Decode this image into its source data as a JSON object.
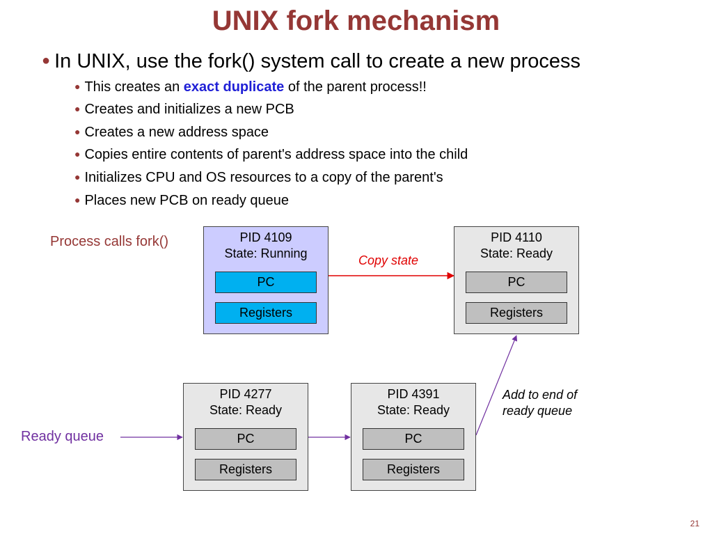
{
  "slide": {
    "title": "UNIX fork mechanism",
    "page_number": "21",
    "main_bullet": "In UNIX, use the fork() system call to create a new process",
    "sub_bullets": {
      "first_pre": "This creates an ",
      "first_emph": "exact duplicate",
      "first_post": " of the parent process!!",
      "b2": "Creates and initializes a new PCB",
      "b3": "Creates a new address space",
      "b4": "Copies entire contents of parent's address space into the child",
      "b5": "Initializes CPU and OS resources to a copy of the parent's",
      "b6": "Places new PCB on ready queue"
    }
  },
  "diagram": {
    "labels": {
      "process_calls_fork": "Process calls fork()",
      "copy_state": "Copy state",
      "ready_queue": "Ready queue",
      "add_to_end": "Add to end of ready queue"
    },
    "processes": {
      "p4109": {
        "pid": "PID 4109",
        "state": "State: Running",
        "pc": "PC",
        "registers": "Registers"
      },
      "p4110": {
        "pid": "PID 4110",
        "state": "State: Ready",
        "pc": "PC",
        "registers": "Registers"
      },
      "p4277": {
        "pid": "PID 4277",
        "state": "State: Ready",
        "pc": "PC",
        "registers": "Registers"
      },
      "p4391": {
        "pid": "PID 4391",
        "state": "State: Ready",
        "pc": "PC",
        "registers": "Registers"
      }
    },
    "colors": {
      "title": "#953735",
      "running_box": "#ccccff",
      "running_field": "#00b0f0",
      "ready_box": "#e7e7e7",
      "ready_field": "#bfbfbf",
      "copy_arrow": "#e00000",
      "queue_arrow": "#7030a0",
      "emphasis": "#1f1fd6"
    }
  }
}
